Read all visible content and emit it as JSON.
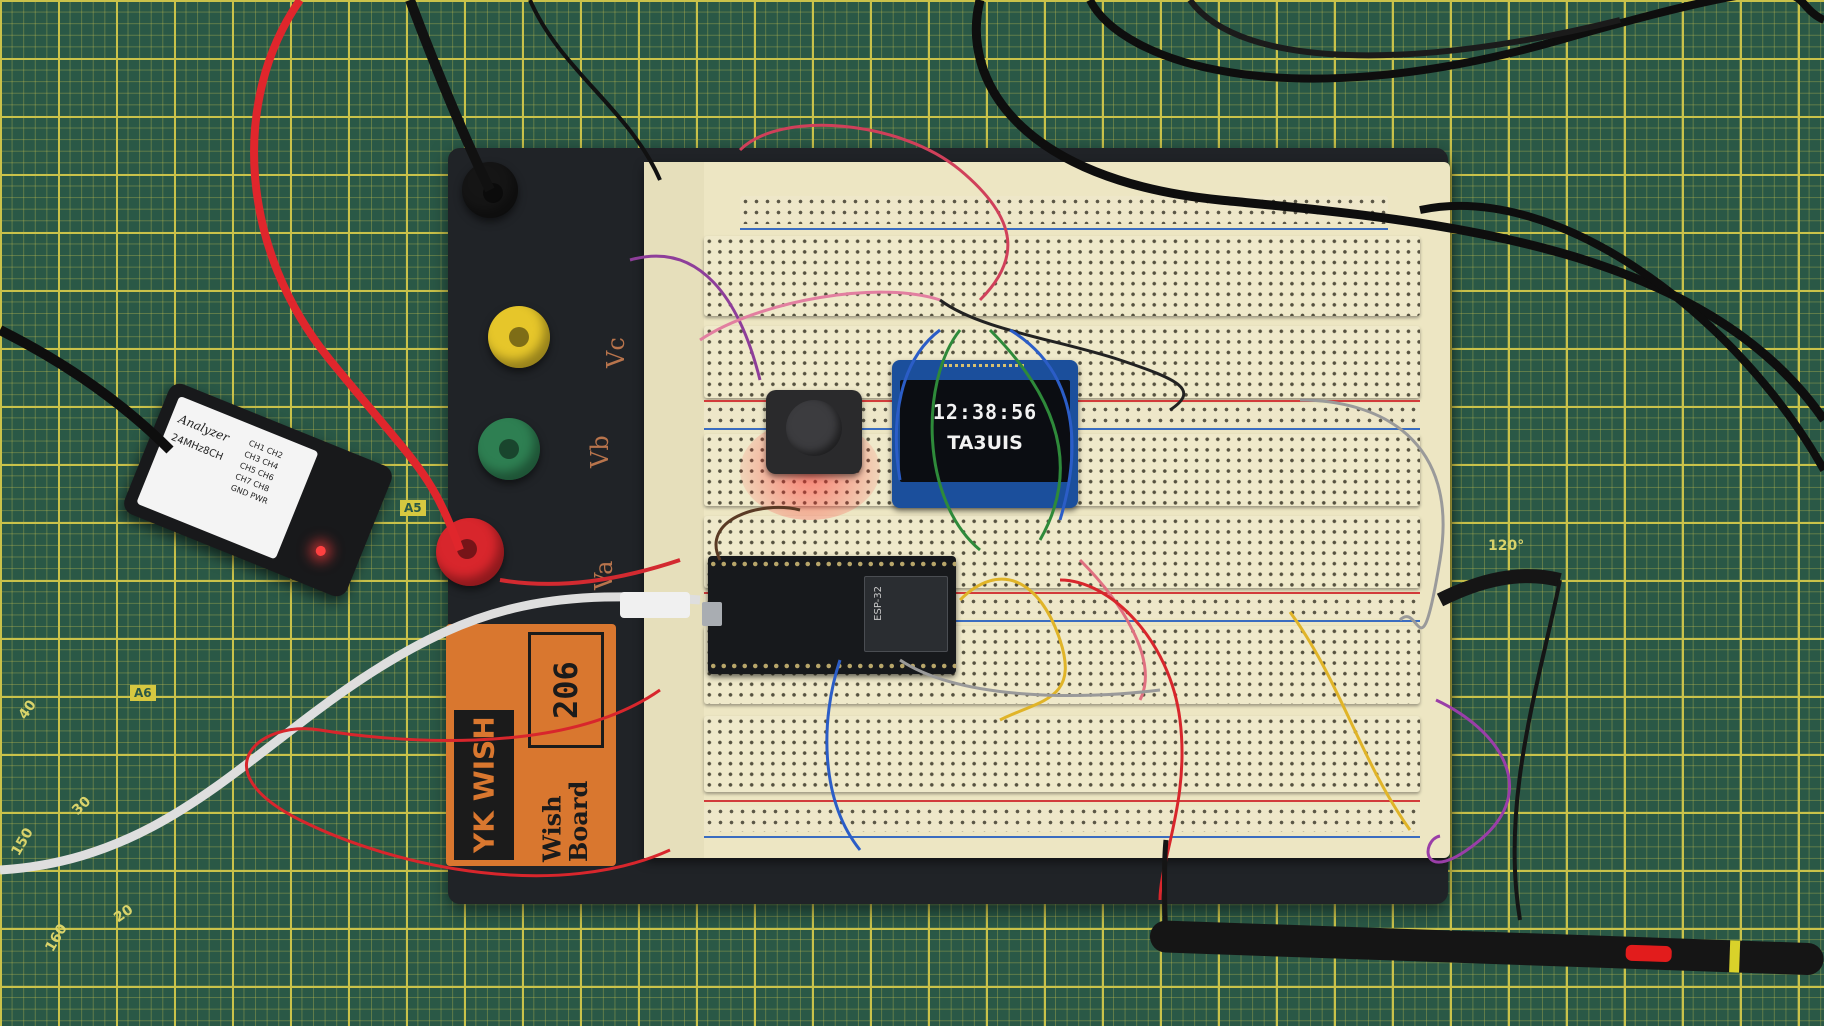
{
  "scene": {
    "description_label": "Breadboard electronics workbench photo"
  },
  "mat": {
    "labels": {
      "a5": "A5",
      "a6": "A6",
      "angle_120": "120°",
      "mark_40": "40",
      "mark_30": "30",
      "mark_150": "150",
      "mark_20": "20",
      "mark_160": "160"
    }
  },
  "terminals": {
    "vc_label": "Vc",
    "vb_label": "Vb",
    "va_label": "Va",
    "colors": {
      "yellow": "#e6c62a",
      "green": "#2e7f52",
      "red": "#d8262c",
      "black": "#151515"
    }
  },
  "brand_sticker": {
    "logo": "YK WISH",
    "name": "Wish Board",
    "model": "206"
  },
  "oled": {
    "time": "12:38:56",
    "callsign": "TA3UIS"
  },
  "esp32": {
    "label": "ESP-32"
  },
  "analyzer": {
    "title": "Analyzer",
    "subtitle": "24MHz8CH",
    "pins": [
      "CH1",
      "CH2",
      "CH3",
      "CH4",
      "CH5",
      "CH6",
      "CH7",
      "CH8",
      "GND",
      "PWR"
    ]
  },
  "probe": {
    "band_color": "#d9d22a",
    "button_color": "#e21c1c"
  }
}
